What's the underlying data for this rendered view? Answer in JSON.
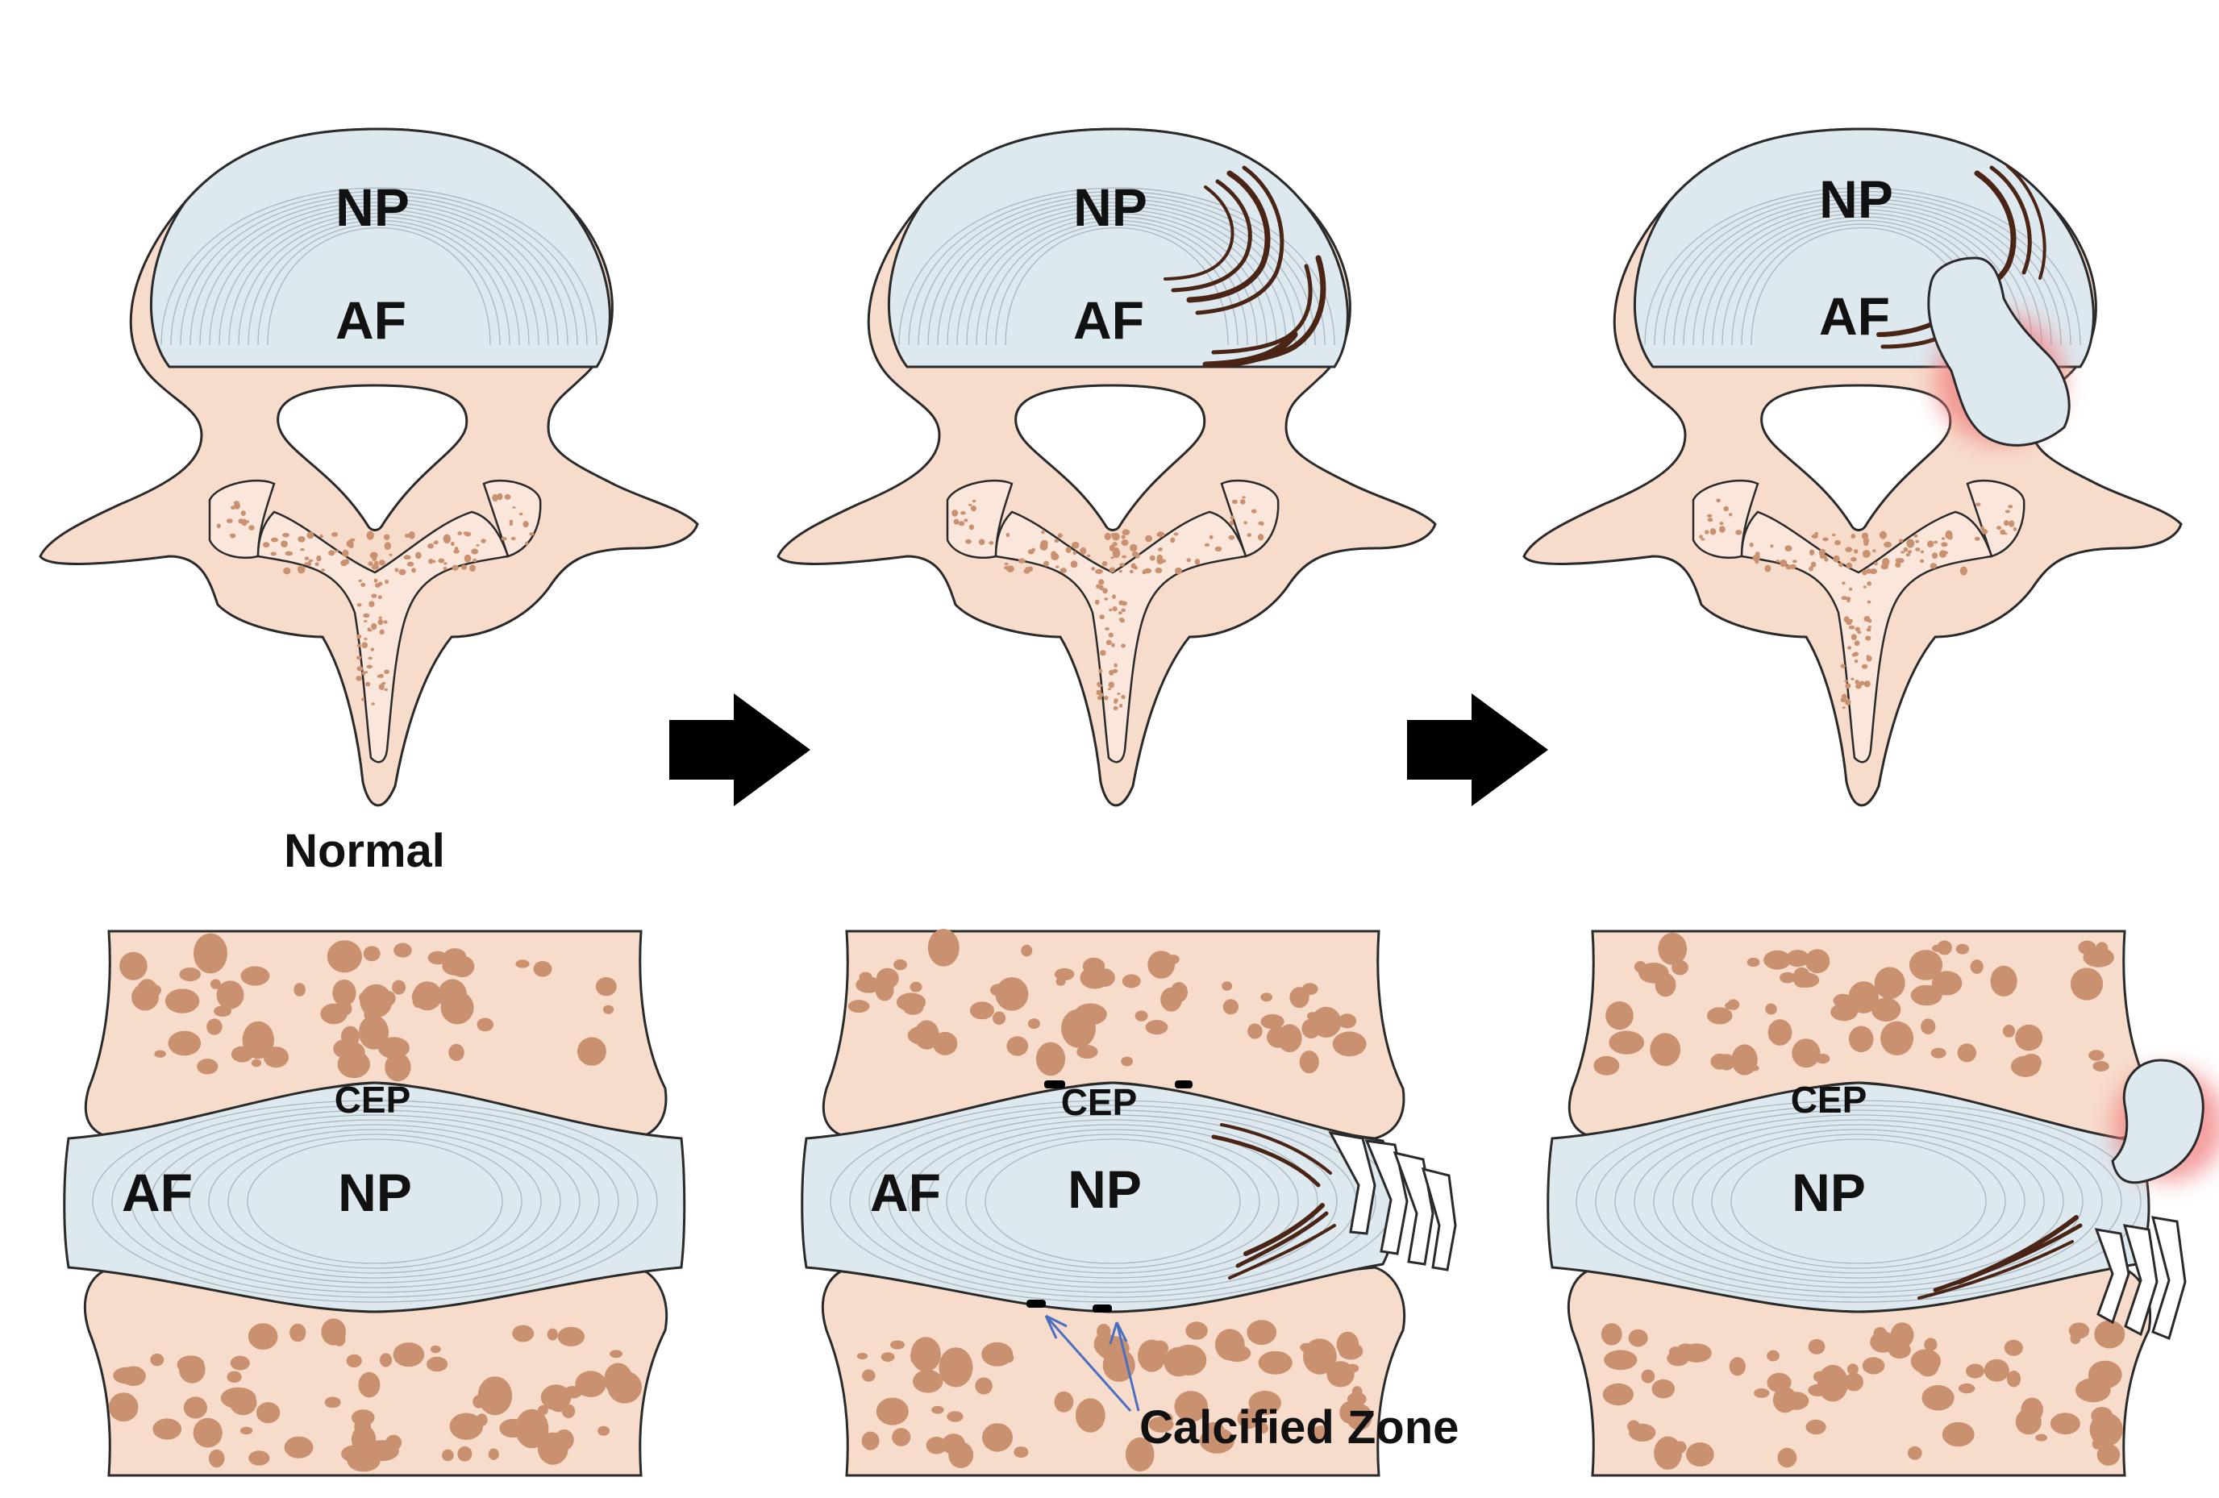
{
  "colors": {
    "bone": "#f7dccc",
    "bone_light": "#fae6da",
    "bone_stroke": "#2a2a2a",
    "pore": "#c99170",
    "disc": "#dde8ef",
    "disc_lines": "#aab6c0",
    "fissure": "#4a2414",
    "glow": "#f08080",
    "arrow": "#000000",
    "pointer": "#4a6fc0",
    "calcified": "#000000"
  },
  "icons": {
    "stage_arrow": "right-arrow-icon",
    "pointer": "pointer-arrow-icon"
  },
  "stages": [
    {
      "id": "normal",
      "caption": "Normal",
      "axial": {
        "np": "NP",
        "af": "AF"
      },
      "sagittal": {
        "cep": "CEP",
        "af": "AF",
        "np": "NP"
      }
    },
    {
      "id": "annular-tear",
      "axial": {
        "np": "NP",
        "af": "AF"
      },
      "sagittal": {
        "cep": "CEP",
        "af": "AF",
        "np": "NP",
        "callout": "Calcified Zone"
      }
    },
    {
      "id": "herniation",
      "axial": {
        "np": "NP",
        "af": "AF"
      },
      "sagittal": {
        "cep": "CEP",
        "np": "NP"
      }
    }
  ]
}
